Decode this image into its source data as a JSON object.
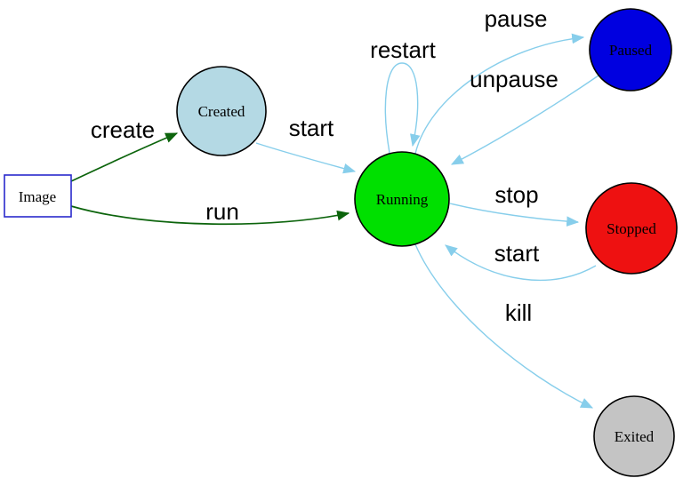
{
  "nodes": {
    "image": {
      "label": "Image",
      "fill": "#ffffff",
      "stroke": "#2929cc"
    },
    "created": {
      "label": "Created",
      "fill": "#b4d9e4",
      "stroke": "#000000"
    },
    "running": {
      "label": "Running",
      "fill": "#00e000",
      "stroke": "#000000"
    },
    "paused": {
      "label": "Paused",
      "fill": "#0000e0",
      "stroke": "#000000"
    },
    "stopped": {
      "label": "Stopped",
      "fill": "#ee1111",
      "stroke": "#000000"
    },
    "exited": {
      "label": "Exited",
      "fill": "#c4c4c4",
      "stroke": "#000000"
    }
  },
  "edges": {
    "create": {
      "label": "create",
      "color": "#0c640c"
    },
    "run": {
      "label": "run",
      "color": "#0c640c"
    },
    "start_created": {
      "label": "start",
      "color": "#87ceeb"
    },
    "restart": {
      "label": "restart",
      "color": "#87ceeb"
    },
    "pause": {
      "label": "pause",
      "color": "#87ceeb"
    },
    "unpause": {
      "label": "unpause",
      "color": "#87ceeb"
    },
    "stop": {
      "label": "stop",
      "color": "#87ceeb"
    },
    "start_stopped": {
      "label": "start",
      "color": "#87ceeb"
    },
    "kill": {
      "label": "kill",
      "color": "#87ceeb"
    }
  },
  "palette": {
    "edge_green": "#0c640c",
    "edge_blue": "#87ceeb",
    "label_color": "#000000"
  }
}
